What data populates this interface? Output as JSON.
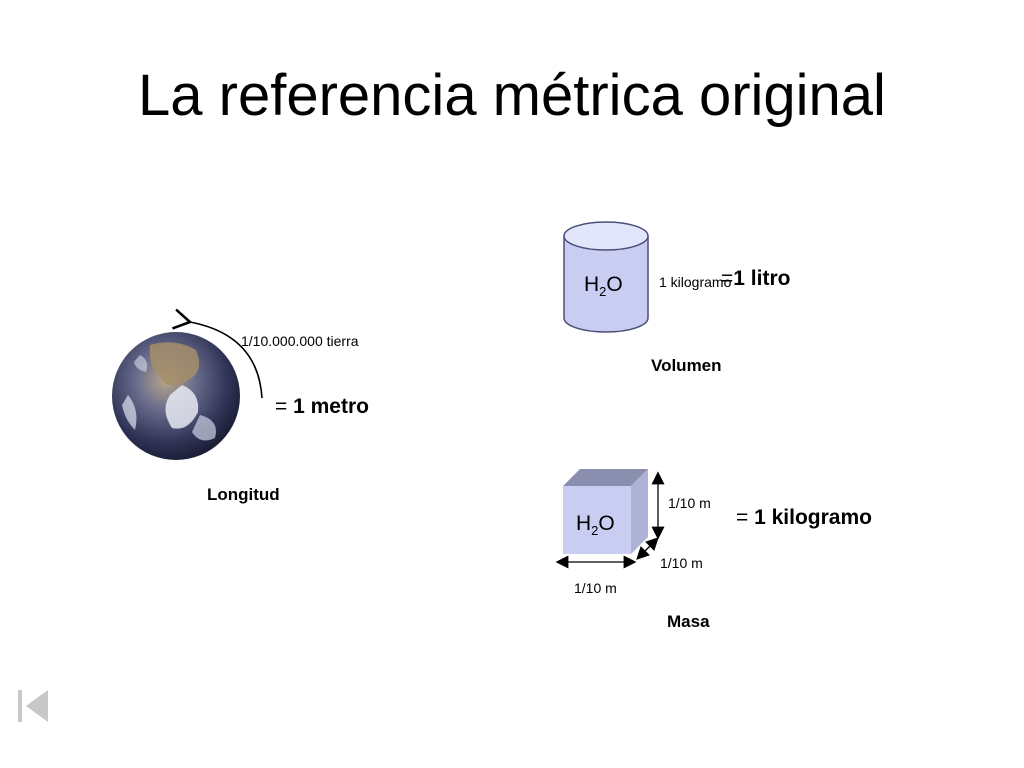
{
  "slide": {
    "title": "La referencia métrica original"
  },
  "longitud": {
    "fraction_label": "1/10.000.000 tierra",
    "equals_sign": "=",
    "result": "1 metro",
    "caption": "Longitud"
  },
  "volumen": {
    "h2o_main": "H",
    "h2o_sub": "2",
    "h2o_end": "O",
    "kilogram_label": "1 kilogramo",
    "equals_sign": "=",
    "result": "1 litro",
    "caption": "Volumen"
  },
  "masa": {
    "h2o_main": "H",
    "h2o_sub": "2",
    "h2o_end": "O",
    "height_label": "1/10 m",
    "depth_label": "1/10 m",
    "width_label": "1/10 m",
    "equals_sign": "=",
    "result": "1 kilogramo",
    "caption": "Masa"
  },
  "icons": {
    "earth": "earth-icon",
    "nav": "back-to-start-icon"
  },
  "colors": {
    "water_fill": "#c9cdf2",
    "cube_top": "#8a8fb0",
    "earth_ocean": "#3b3f64"
  }
}
